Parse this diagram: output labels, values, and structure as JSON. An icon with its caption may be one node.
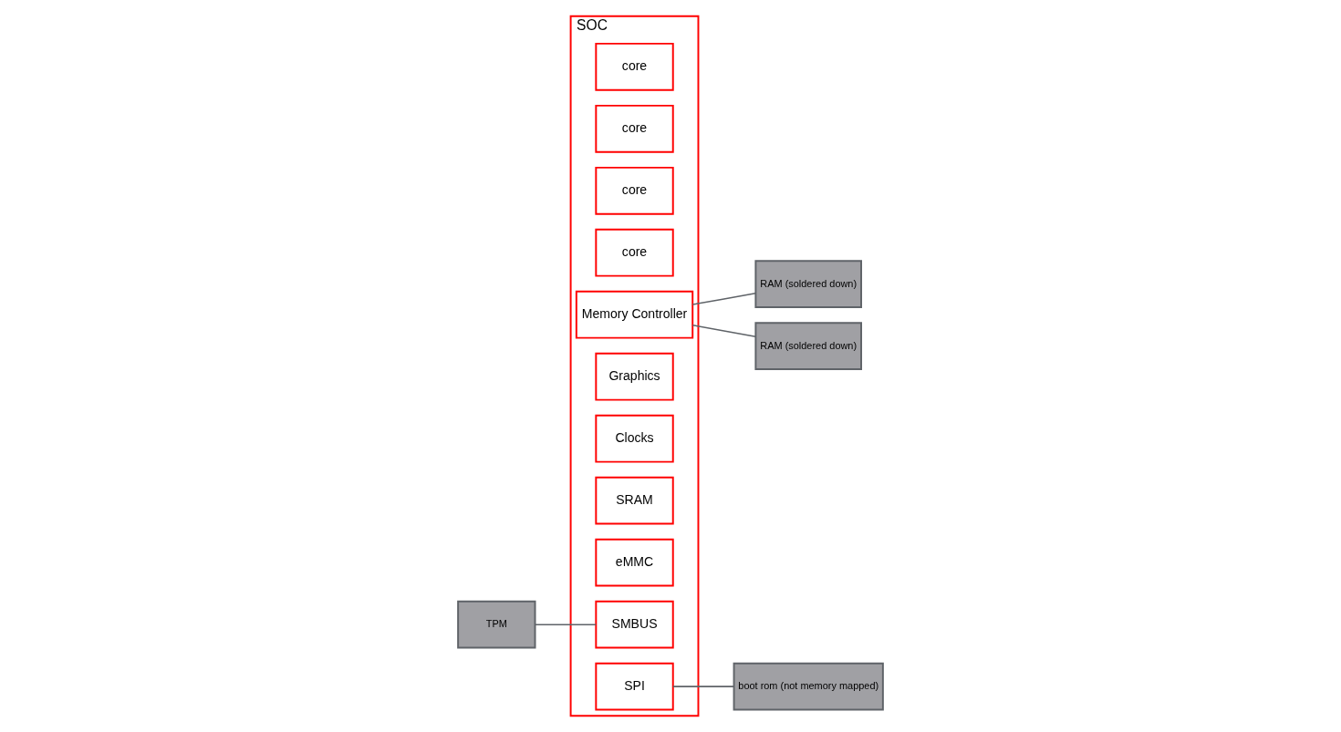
{
  "diagram": {
    "nodes": [
      {
        "text": [
          "SOC"
        ]
      },
      {
        "text": [
          "core"
        ],
        "in": 0
      },
      {
        "text": [
          "core"
        ],
        "in": 0
      },
      {
        "text": [
          "core"
        ],
        "in": 0
      },
      {
        "text": [
          "core"
        ],
        "in": 0
      },
      {
        "text": [
          "Memory Controller"
        ],
        "in": 0
      },
      {
        "text": [
          "Graphics"
        ],
        "in": 0
      },
      {
        "text": [
          "Clocks"
        ],
        "in": 0
      },
      {
        "text": [
          "SRAM"
        ],
        "in": 0
      },
      {
        "text": [
          "eMMC"
        ],
        "in": 0
      },
      {
        "text": [
          "SMBUS"
        ],
        "in": 0
      },
      {
        "text": [
          "SPI"
        ],
        "in": 0
      },
      {
        "text": [
          "RAM (soldered down)"
        ]
      },
      {
        "text": [
          "RAM (soldered down)"
        ]
      },
      {
        "text": [
          "TPM"
        ]
      },
      {
        "text": [
          "boot rom (not memory mapped)"
        ]
      }
    ],
    "edges": [
      {
        "from": 5,
        "to": 12,
        "arrow": "none"
      },
      {
        "from": 5,
        "to": 13,
        "arrow": "none"
      },
      {
        "from": 14,
        "to": 10,
        "arrow": "none"
      },
      {
        "from": 11,
        "to": 15,
        "arrow": "none"
      }
    ]
  }
}
